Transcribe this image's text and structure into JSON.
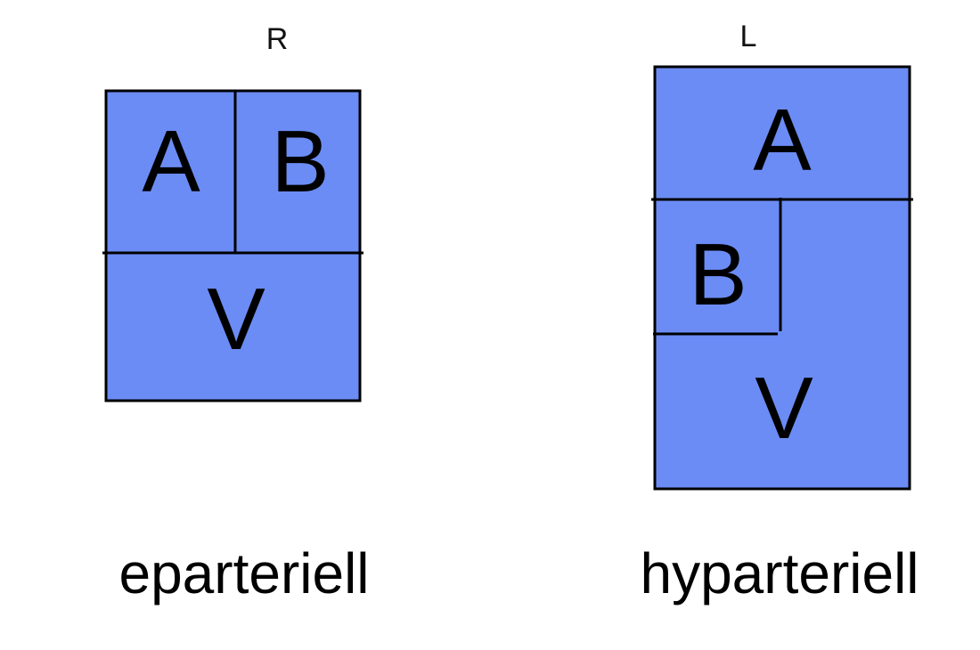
{
  "colors": {
    "box_fill": "#6b8cf5",
    "line": "#000000",
    "background": "#ffffff"
  },
  "left_diagram": {
    "side_label": "R",
    "top_left_label": "A",
    "top_right_label": "B",
    "bottom_label": "V",
    "caption": "eparteriell"
  },
  "right_diagram": {
    "side_label": "L",
    "top_label": "A",
    "inner_label": "B",
    "bottom_label": "V",
    "caption": "hyparteriell"
  }
}
